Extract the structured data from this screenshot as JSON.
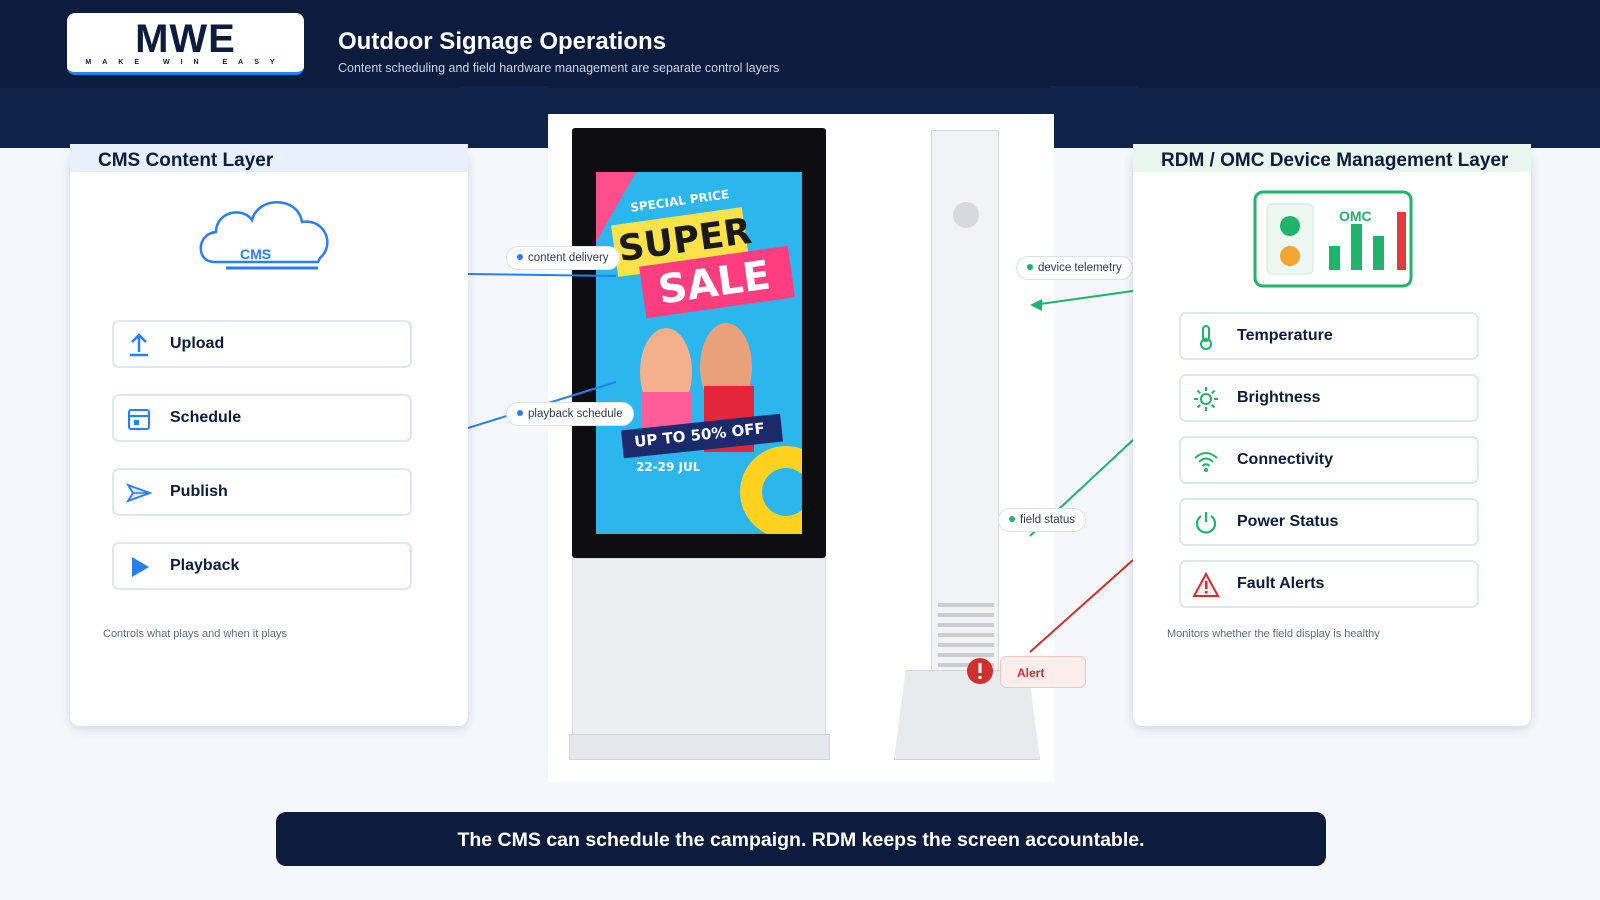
{
  "header": {
    "logo_text": "MWE",
    "logo_tagline": "MAKE WIN EASY",
    "title": "Outdoor Signage Operations",
    "subtitle": "Content scheduling and field hardware management are separate control layers"
  },
  "cms_panel": {
    "title": "CMS Content Layer",
    "cloud_label": "CMS",
    "items": [
      {
        "label": "Upload",
        "icon": "upload-icon"
      },
      {
        "label": "Schedule",
        "icon": "schedule-icon"
      },
      {
        "label": "Publish",
        "icon": "send-icon"
      },
      {
        "label": "Playback",
        "icon": "play-icon"
      }
    ],
    "caption": "Controls what plays and when it plays"
  },
  "rdm_panel": {
    "title": "RDM / OMC Device Management Layer",
    "badge_label": "OMC",
    "items": [
      {
        "label": "Temperature",
        "icon": "thermometer-icon"
      },
      {
        "label": "Brightness",
        "icon": "sun-icon"
      },
      {
        "label": "Connectivity",
        "icon": "wifi-icon"
      },
      {
        "label": "Power Status",
        "icon": "power-icon"
      },
      {
        "label": "Fault Alerts",
        "icon": "warning-icon"
      }
    ],
    "caption": "Monitors whether the field display is healthy"
  },
  "poster": {
    "kicker": "SPECIAL PRICE",
    "headline_1": "SUPER",
    "headline_2": "SALE",
    "offer": "UP TO 50% OFF",
    "dates": "22-29 JUL"
  },
  "connectors": {
    "content_delivery": "content delivery",
    "playback_schedule": "playback schedule",
    "device_telemetry": "device telemetry",
    "field_status": "field status",
    "alert": "Alert"
  },
  "colors": {
    "navy": "#0c1c3c",
    "cms_blue": "#2a7ff0",
    "rdm_green": "#1fb36b",
    "alert_red": "#d22f2f"
  },
  "footer": {
    "message": "The CMS can schedule the campaign. RDM keeps the screen accountable."
  }
}
